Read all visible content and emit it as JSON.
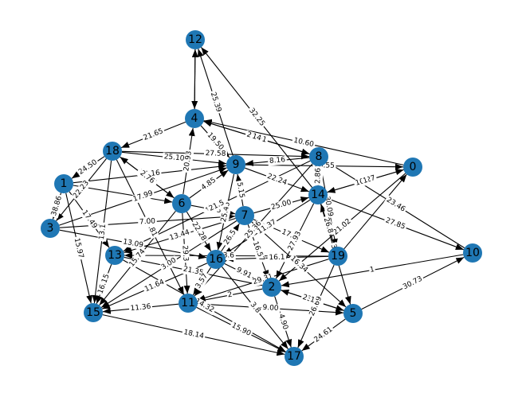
{
  "graph": {
    "directed": true,
    "colors": {
      "node": "#1f77b4",
      "edge": "#000000",
      "label_bg": "#ffffff"
    },
    "nodes": [
      "0",
      "1",
      "2",
      "3",
      "4",
      "5",
      "6",
      "7",
      "8",
      "9",
      "10",
      "11",
      "12",
      "13",
      "14",
      "15",
      "16",
      "17",
      "18",
      "19"
    ],
    "edges": [
      {
        "source": "4",
        "target": "12",
        "label": ""
      },
      {
        "source": "9",
        "target": "12",
        "label": "25.39"
      },
      {
        "source": "14",
        "target": "12",
        "label": "32.25"
      },
      {
        "source": "4",
        "target": "18",
        "label": "21.65"
      },
      {
        "source": "4",
        "target": "9",
        "label": "19.50"
      },
      {
        "source": "4",
        "target": "8",
        "label": "27.01"
      },
      {
        "source": "0",
        "target": "4",
        "label": "10.60"
      },
      {
        "source": "8",
        "target": "4",
        "label": "14"
      },
      {
        "source": "18",
        "target": "1",
        "label": "24.50"
      },
      {
        "source": "18",
        "target": "3",
        "label": "22.23"
      },
      {
        "source": "18",
        "target": "9",
        "label": "25.10"
      },
      {
        "source": "18",
        "target": "8",
        "label": "27.58"
      },
      {
        "source": "18",
        "target": "15",
        "label": "13.1"
      },
      {
        "source": "18",
        "target": "11",
        "label": "12.81"
      },
      {
        "source": "18",
        "target": "6",
        "label": "12.77"
      },
      {
        "source": "1",
        "target": "3",
        "label": "38.86"
      },
      {
        "source": "1",
        "target": "15",
        "label": "15.97"
      },
      {
        "source": "1",
        "target": "9",
        "label": "15.16"
      },
      {
        "source": "1",
        "target": "13",
        "label": "17.49"
      },
      {
        "source": "1",
        "target": "6",
        "label": ""
      },
      {
        "source": "3",
        "target": "9",
        "label": "17.99"
      },
      {
        "source": "3",
        "target": "7",
        "label": "7.00"
      },
      {
        "source": "3",
        "target": "16",
        "label": "13.09"
      },
      {
        "source": "6",
        "target": "4",
        "label": "20.93"
      },
      {
        "source": "6",
        "target": "18",
        "label": "2.76"
      },
      {
        "source": "6",
        "target": "15",
        "label": "15.74"
      },
      {
        "source": "6",
        "target": "11",
        "label": "29.3"
      },
      {
        "source": "6",
        "target": "9",
        "label": "4.85"
      },
      {
        "source": "6",
        "target": "7",
        "label": "4.83"
      },
      {
        "source": "6",
        "target": "16",
        "label": "22.28"
      },
      {
        "source": "7",
        "target": "9",
        "label": "5.15"
      },
      {
        "source": "7",
        "target": "14",
        "label": "25.00"
      },
      {
        "source": "7",
        "target": "19",
        "label": "17.32"
      },
      {
        "source": "7",
        "target": "2",
        "label": "16.57"
      },
      {
        "source": "7",
        "target": "13",
        "label": "13.44"
      },
      {
        "source": "7",
        "target": "15",
        "label": "3.00"
      },
      {
        "source": "7",
        "target": "5",
        "label": "16.34"
      },
      {
        "source": "9",
        "target": "14",
        "label": "22.24"
      },
      {
        "source": "9",
        "target": "0",
        "label": "20.55"
      },
      {
        "source": "9",
        "target": "16",
        "label": "25.45"
      },
      {
        "source": "8",
        "target": "9",
        "label": "8.16"
      },
      {
        "source": "8",
        "target": "19",
        "label": "30.09"
      },
      {
        "source": "8",
        "target": "11",
        "label": "25.36"
      },
      {
        "source": "8",
        "target": "13",
        "label": "21.5"
      },
      {
        "source": "14",
        "target": "8",
        "label": "2.86"
      },
      {
        "source": "14",
        "target": "0",
        "label": "10.27"
      },
      {
        "source": "14",
        "target": "10",
        "label": "27.85"
      },
      {
        "source": "14",
        "target": "2",
        "label": "27.93"
      },
      {
        "source": "14",
        "target": "5",
        "label": "30.58"
      },
      {
        "source": "14",
        "target": "16",
        "label": "11.37"
      },
      {
        "source": "0",
        "target": "14",
        "label": "1"
      },
      {
        "source": "0",
        "target": "2",
        "label": "21.02"
      },
      {
        "source": "10",
        "target": "8",
        "label": "23.46"
      },
      {
        "source": "10",
        "target": "2",
        "label": "1"
      },
      {
        "source": "5",
        "target": "10",
        "label": "30.73"
      },
      {
        "source": "19",
        "target": "14",
        "label": "26.8"
      },
      {
        "source": "19",
        "target": "13",
        "label": "33.6"
      },
      {
        "source": "19",
        "target": "11",
        "label": "29.31"
      },
      {
        "source": "19",
        "target": "16",
        "label": "16.1"
      },
      {
        "source": "19",
        "target": "0",
        "label": ""
      },
      {
        "source": "13",
        "target": "2",
        "label": "21.35"
      },
      {
        "source": "13",
        "target": "15",
        "label": "16.15"
      },
      {
        "source": "13",
        "target": "17",
        "label": "14.32"
      },
      {
        "source": "16",
        "target": "7",
        "label": "26.5"
      },
      {
        "source": "16",
        "target": "15",
        "label": "11.64"
      },
      {
        "source": "16",
        "target": "2",
        "label": "9.91"
      },
      {
        "source": "16",
        "target": "17",
        "label": "3.8"
      },
      {
        "source": "16",
        "target": "11",
        "label": "3.57"
      },
      {
        "source": "2",
        "target": "5",
        "label": "23.40"
      },
      {
        "source": "2",
        "target": "17",
        "label": "4.90"
      },
      {
        "source": "2",
        "target": "11",
        "label": "2"
      },
      {
        "source": "11",
        "target": "15",
        "label": "11.36"
      },
      {
        "source": "11",
        "target": "17",
        "label": "15.90"
      },
      {
        "source": "11",
        "target": "5",
        "label": "9.00"
      },
      {
        "source": "15",
        "target": "17",
        "label": "18.14"
      },
      {
        "source": "5",
        "target": "17",
        "label": "24.61"
      },
      {
        "source": "19",
        "target": "17",
        "label": "26.69"
      },
      {
        "source": "5",
        "target": "2",
        "label": "1"
      },
      {
        "source": "12",
        "target": "4",
        "label": ""
      }
    ]
  }
}
